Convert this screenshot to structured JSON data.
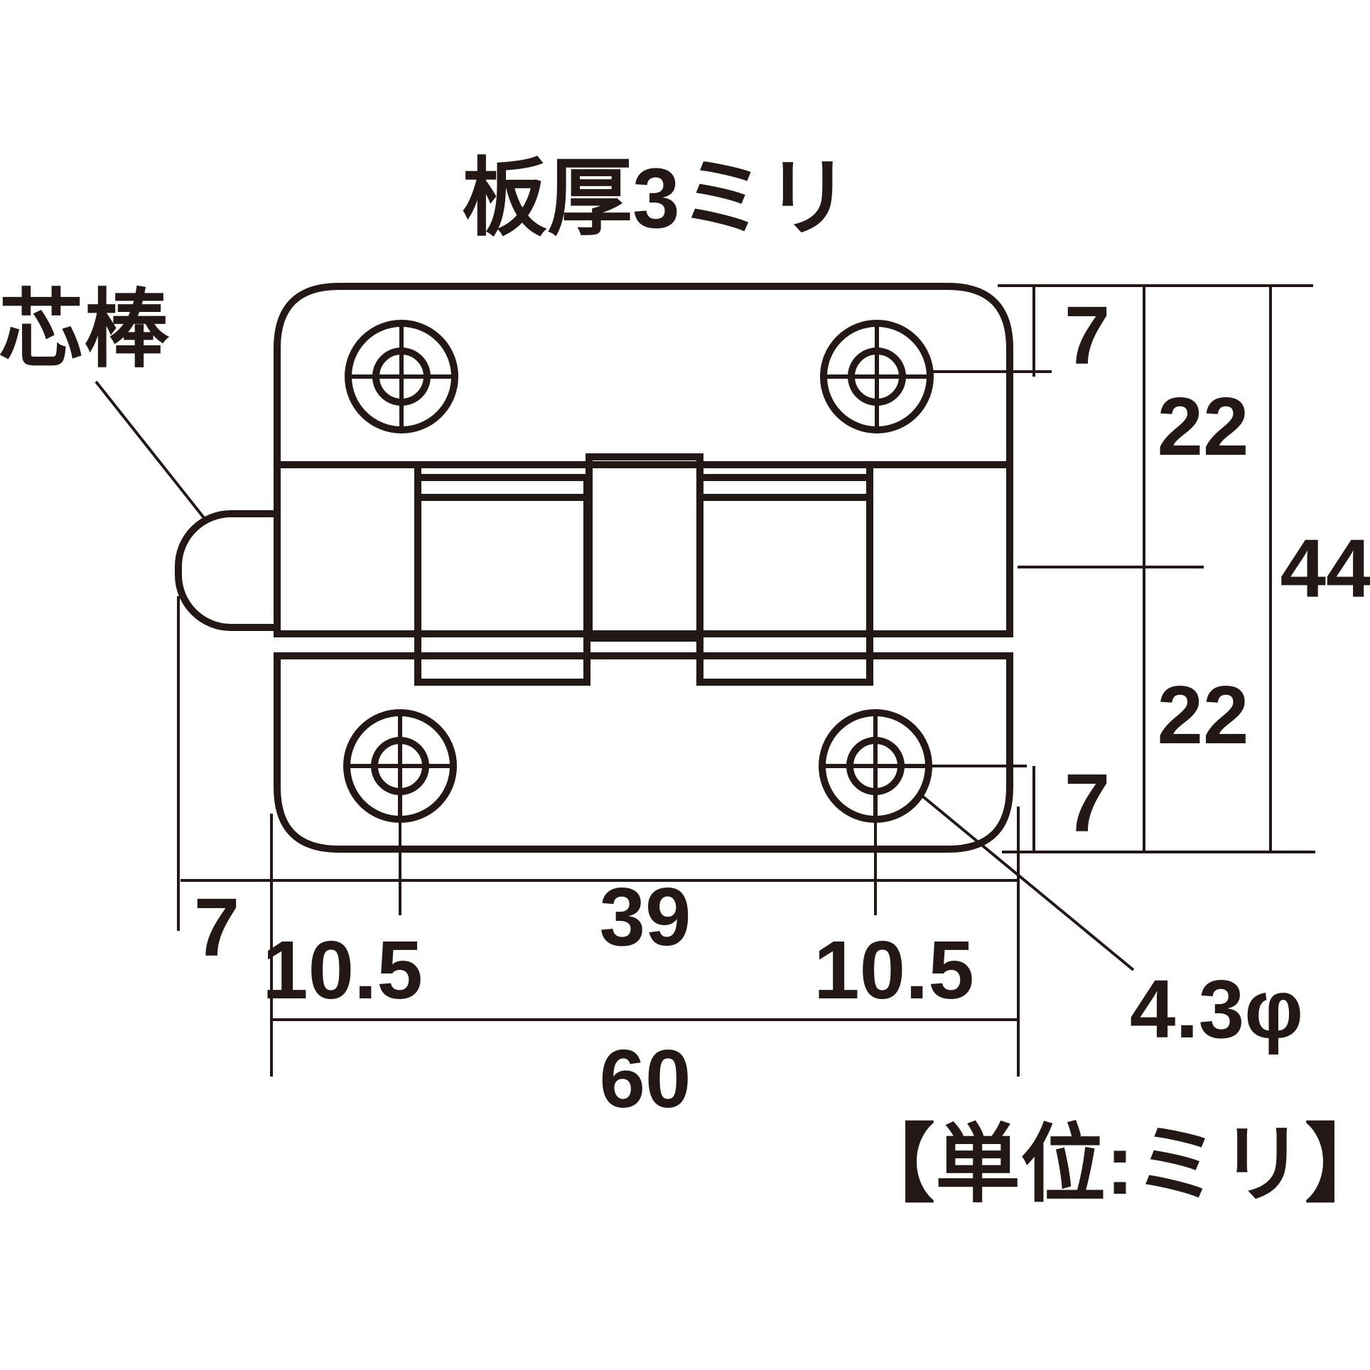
{
  "title": "板厚3ミリ",
  "pin_label": "芯棒",
  "unit_note": "【単位:ミリ】",
  "dimensions": {
    "width_total": "60",
    "hole_pitch_horizontal": "39",
    "edge_to_hole_left": "10.5",
    "edge_to_hole_right": "10.5",
    "pin_offset": "7",
    "height_total": "44",
    "upper_half": "22",
    "lower_half": "22",
    "edge_to_hole_top": "7",
    "edge_to_hole_bottom": "7",
    "hole_diameter": "4.3φ"
  },
  "colors": {
    "line": "#231815",
    "background": "#ffffff"
  }
}
